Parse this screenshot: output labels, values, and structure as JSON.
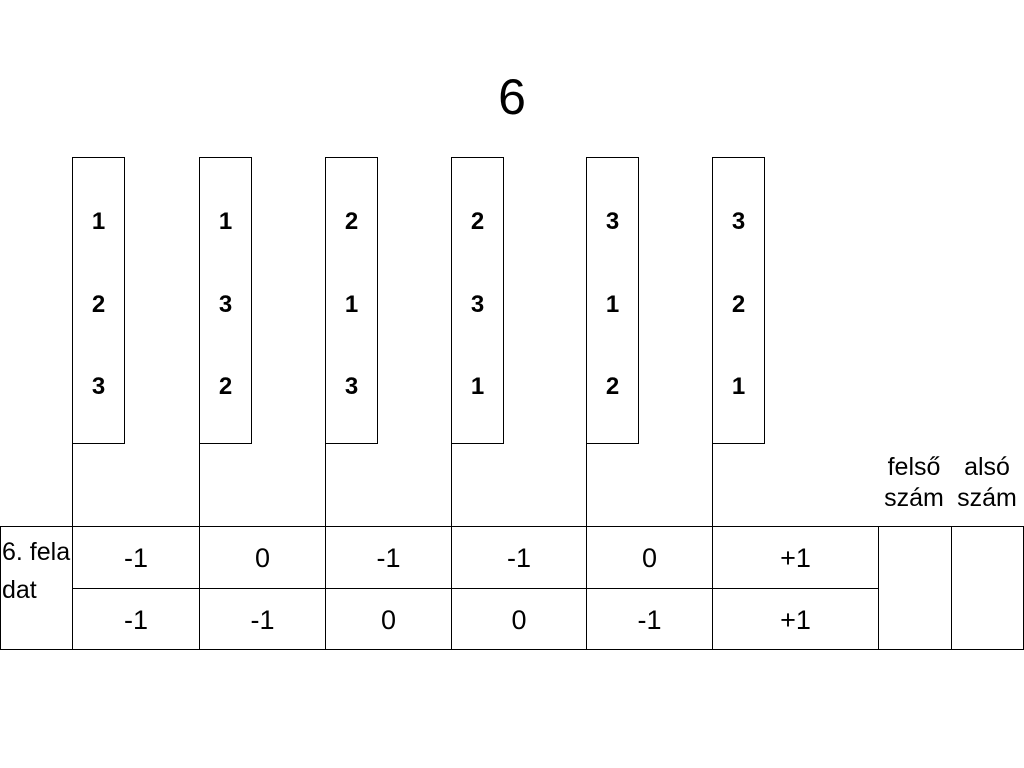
{
  "title": "6",
  "cards": [
    {
      "digits": [
        "1",
        "2",
        "3"
      ]
    },
    {
      "digits": [
        "1",
        "3",
        "2"
      ]
    },
    {
      "digits": [
        "2",
        "1",
        "3"
      ]
    },
    {
      "digits": [
        "2",
        "3",
        "1"
      ]
    },
    {
      "digits": [
        "3",
        "1",
        "2"
      ]
    },
    {
      "digits": [
        "3",
        "2",
        "1"
      ]
    }
  ],
  "table": {
    "row_label": "6. feladat",
    "headers": {
      "upper": "felső szám",
      "lower": "alsó szám"
    },
    "row1": [
      "-1",
      "0",
      "-1",
      "-1",
      "0",
      "+1"
    ],
    "row2": [
      "-1",
      "-1",
      "0",
      "0",
      "-1",
      "+1"
    ]
  }
}
